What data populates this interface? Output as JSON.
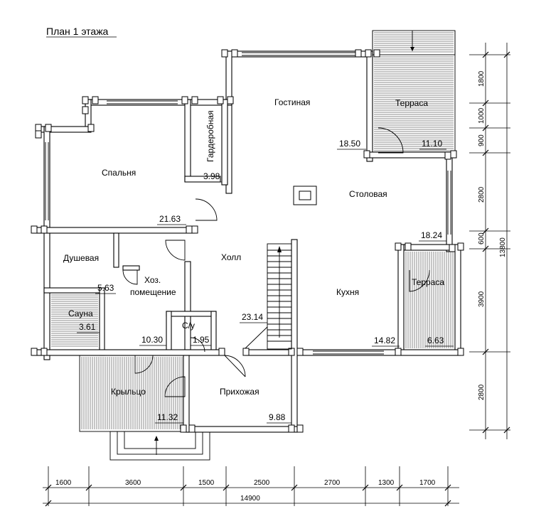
{
  "title": "План 1 этажа",
  "rooms": {
    "living": "Гостиная",
    "terrace_top": "Терраса",
    "wardrobe": "Гардеробная",
    "bedroom": "Спальня",
    "dining": "Столовая",
    "hall": "Холл",
    "shower": "Душевая",
    "utility_1": "Хоз.",
    "utility_2": "помещение",
    "sauna": "Сауна",
    "wc": "С/у",
    "kitchen": "Кухня",
    "terrace_right": "Терраса",
    "porch": "Крыльцо",
    "entrance": "Прихожая"
  },
  "areas": {
    "living": "18.50",
    "terrace_top": "11.10",
    "wardrobe": "3.98",
    "bedroom": "21.63",
    "dining": "18.24",
    "shower": "5.63",
    "sauna": "3.61",
    "utility": "10.30",
    "wc": "1.95",
    "hall": "23.14",
    "kitchen": "14.82",
    "terrace_right": "6.63",
    "porch": "11.32",
    "entrance": "9.88"
  },
  "dimensions": {
    "bottom": [
      "1600",
      "3600",
      "1500",
      "2500",
      "2700",
      "1300",
      "1700"
    ],
    "bottom_total": "14900",
    "right": [
      "1800",
      "1000",
      "900",
      "2800",
      "600",
      "3900",
      "2800"
    ],
    "right_total": "13800"
  }
}
